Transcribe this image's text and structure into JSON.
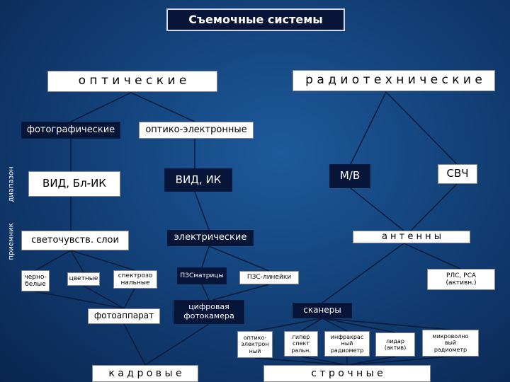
{
  "title": "Съемочные системы",
  "side_labels": {
    "range": "диапазон",
    "receiver": "приемник"
  },
  "nodes": {
    "optical": "о п т и ч е с к и е",
    "radio": "р а д и о т е х н и ч е с к и е",
    "photo": "фотографические",
    "optoelectronic": "оптико-электронные",
    "vis_nir": "ВИД, Бл-ИК",
    "vis_ir": "ВИД, ИК",
    "mw": "М/В",
    "shf": "СВЧ",
    "photosensitive": "светочувств. слои",
    "electric": "электрические",
    "antennas": "а н т е н н ы",
    "bw": "черно-\nбелые",
    "color": "цветные",
    "spectrozonal": "спектрозо\nнальные",
    "ccd_matrix": "ПЗСматрицы",
    "ccd_lines": "ПЗС-линейки",
    "radar": "РЛС, РСА\n(активн.)",
    "camera": "фотоаппарат",
    "digital_camera": "цифровая\nфотокамера",
    "scanners": "сканеры",
    "optoelectronic_small": "оптико-\nэлектрон\nный",
    "hyperspectral": "гипер\nспект\nральн.",
    "ir_radiometer": "инфракрас\nный\nрадиометр",
    "lidar": "лидар\n(актив)",
    "mw_radiometer": "микроволно\nвый\nрадиометр",
    "frame": "к а д р о в ы е",
    "line": "с т р о ч н ы е"
  }
}
